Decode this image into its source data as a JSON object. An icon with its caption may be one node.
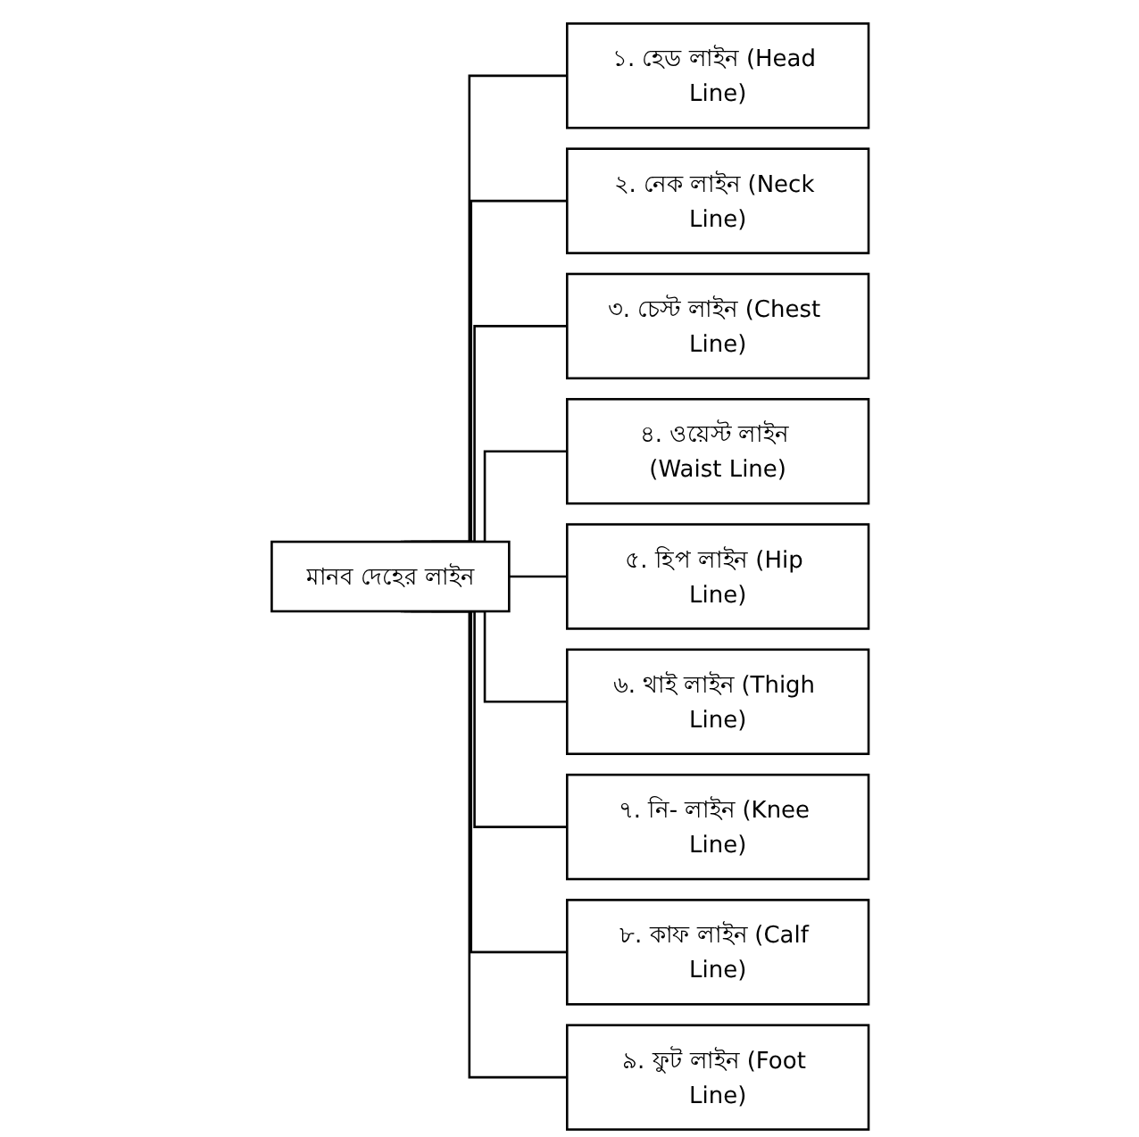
{
  "diagram": {
    "nodes": [
      {
        "text": [
          "মানব দেহের লাইন"
        ]
      },
      {
        "text": [
          "১. হেড লাইন (Head Line)"
        ]
      },
      {
        "text": [
          "২. নেক লাইন (Neck Line)"
        ]
      },
      {
        "text": [
          "৩. চেস্ট লাইন (Chest Line)"
        ]
      },
      {
        "text": [
          "৪. ওয়েস্ট লাইন (Waist Line)"
        ]
      },
      {
        "text": [
          "৫. হিপ লাইন (Hip Line)"
        ]
      },
      {
        "text": [
          "৬. থাই লাইন (Thigh Line)"
        ]
      },
      {
        "text": [
          "৭. নি- লাইন (Knee Line)"
        ]
      },
      {
        "text": [
          "৮. কাফ লাইন (Calf Line)"
        ]
      },
      {
        "text": [
          "৯. ফুট লাইন (Foot Line)"
        ]
      }
    ],
    "edges": [
      {
        "from": 0,
        "to": 1,
        "arrow": "none"
      },
      {
        "from": 0,
        "to": 2,
        "arrow": "none"
      },
      {
        "from": 0,
        "to": 3,
        "arrow": "none"
      },
      {
        "from": 0,
        "to": 4,
        "arrow": "none"
      },
      {
        "from": 0,
        "to": 5,
        "arrow": "none"
      },
      {
        "from": 0,
        "to": 6,
        "arrow": "none"
      },
      {
        "from": 0,
        "to": 7,
        "arrow": "none"
      },
      {
        "from": 0,
        "to": 8,
        "arrow": "none"
      },
      {
        "from": 0,
        "to": 9,
        "arrow": "none"
      }
    ]
  }
}
